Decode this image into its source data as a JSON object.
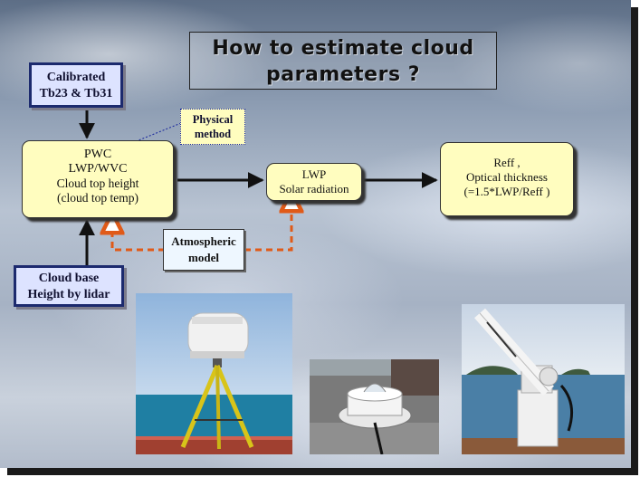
{
  "slide": {
    "title_line1": "How to estimate cloud",
    "title_line2": "parameters ?"
  },
  "boxes": {
    "calibrated": {
      "line1": "Calibrated",
      "line2": "Tb23 & Tb31"
    },
    "cloud_base": {
      "line1": "Cloud base",
      "line2": "Height by lidar"
    },
    "pwc": {
      "line1": "PWC",
      "line2": "LWP/WVC",
      "line3": "Cloud top height",
      "line4": "(cloud top temp)"
    },
    "lwp": {
      "line1": "LWP",
      "line2": "Solar radiation"
    },
    "reff": {
      "line1": "Reff ,",
      "line2": "Optical thickness",
      "line3": "(=1.5*LWP/Reff )"
    },
    "physical_method": {
      "line1": "Physical",
      "line2": "method"
    },
    "atmospheric_model": {
      "line1": "Atmospheric",
      "line2": "model"
    }
  },
  "colors": {
    "navy_border": "#1c2a6e",
    "box_fill": "#fffdbf",
    "dashed_arrow": "#e05a18",
    "solid_arrow": "#111111"
  },
  "photos": [
    {
      "icon": "lidar-photo"
    },
    {
      "icon": "pyranometer-photo"
    },
    {
      "icon": "radiometer-photo"
    }
  ]
}
